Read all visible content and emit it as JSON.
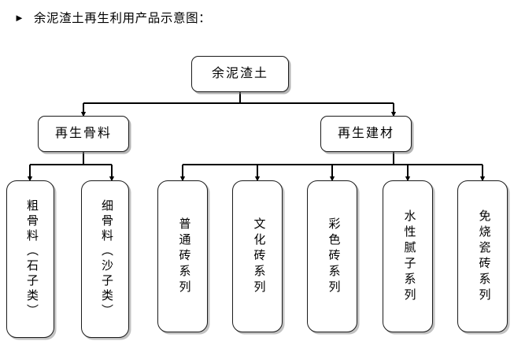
{
  "caption": {
    "bullet": "►",
    "text": "余泥渣土再生利用产品示意图："
  },
  "colors": {
    "background": "#ffffff",
    "node_border": "#1a1a1a",
    "node_fill": "#ffffff",
    "connector": "#000000",
    "shadow": "#787878"
  },
  "chart_data": {
    "type": "diagram",
    "subtype": "tree-hierarchy",
    "title": "余泥渣土再生利用产品示意图：",
    "orientation": "top-down",
    "levels": 3,
    "root": "余泥渣土",
    "nodes": [
      {
        "id": "root",
        "label": "余泥渣土",
        "level": 1,
        "parent": null
      },
      {
        "id": "agg",
        "label": "再生骨料",
        "level": 2,
        "parent": "root"
      },
      {
        "id": "mat",
        "label": "再生建材",
        "level": 2,
        "parent": "root"
      },
      {
        "id": "coarse",
        "label": "粗骨料（石子类）",
        "level": 3,
        "parent": "agg"
      },
      {
        "id": "fine",
        "label": "细骨料（沙子类）",
        "level": 3,
        "parent": "agg"
      },
      {
        "id": "plain",
        "label": "普通砖系列",
        "level": 3,
        "parent": "mat"
      },
      {
        "id": "culture",
        "label": "文化砖系列",
        "level": 3,
        "parent": "mat"
      },
      {
        "id": "color",
        "label": "彩色砖系列",
        "level": 3,
        "parent": "mat"
      },
      {
        "id": "putty",
        "label": "水性腻子系列",
        "level": 3,
        "parent": "mat"
      },
      {
        "id": "tile",
        "label": "免烧瓷砖系列",
        "level": 3,
        "parent": "mat"
      }
    ],
    "edges": [
      {
        "from": "root",
        "to": "agg",
        "arrow": true
      },
      {
        "from": "root",
        "to": "mat",
        "arrow": true
      },
      {
        "from": "agg",
        "to": "coarse",
        "arrow": true
      },
      {
        "from": "agg",
        "to": "fine",
        "arrow": true
      },
      {
        "from": "mat",
        "to": "plain",
        "arrow": true
      },
      {
        "from": "mat",
        "to": "culture",
        "arrow": true
      },
      {
        "from": "mat",
        "to": "color",
        "arrow": true
      },
      {
        "from": "mat",
        "to": "putty",
        "arrow": true
      },
      {
        "from": "mat",
        "to": "tile",
        "arrow": true
      }
    ]
  },
  "diagram": {
    "root": {
      "label": "余泥渣土"
    },
    "level2": [
      {
        "label": "再生骨料"
      },
      {
        "label": "再生建材"
      }
    ],
    "leaves": [
      {
        "label": "粗骨料（石子类）"
      },
      {
        "label": "细骨料（沙子类）"
      },
      {
        "label": "普通砖系列"
      },
      {
        "label": "文化砖系列"
      },
      {
        "label": "彩色砖系列"
      },
      {
        "label": "水性腻子系列"
      },
      {
        "label": "免烧瓷砖系列"
      }
    ]
  }
}
